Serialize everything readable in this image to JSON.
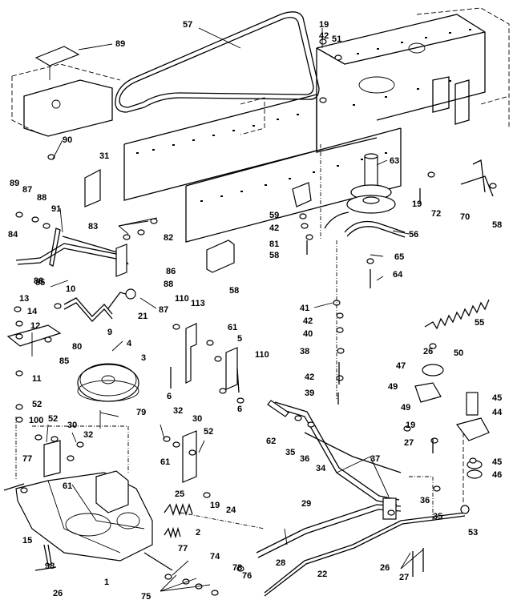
{
  "callouts": [
    {
      "id": "c57",
      "text": "57"
    },
    {
      "id": "c89a",
      "text": "89"
    },
    {
      "id": "c19a",
      "text": "19"
    },
    {
      "id": "c42a",
      "text": "42"
    },
    {
      "id": "c51",
      "text": "51"
    },
    {
      "id": "c90",
      "text": "90"
    },
    {
      "id": "c31",
      "text": "31"
    },
    {
      "id": "c63",
      "text": "63"
    },
    {
      "id": "c89b",
      "text": "89"
    },
    {
      "id": "c87a",
      "text": "87"
    },
    {
      "id": "c88a",
      "text": "88"
    },
    {
      "id": "c91",
      "text": "91"
    },
    {
      "id": "c83",
      "text": "83"
    },
    {
      "id": "c82",
      "text": "82"
    },
    {
      "id": "c59",
      "text": "59"
    },
    {
      "id": "c42b",
      "text": "42"
    },
    {
      "id": "c81",
      "text": "81"
    },
    {
      "id": "c58a",
      "text": "58"
    },
    {
      "id": "c56",
      "text": "56"
    },
    {
      "id": "c19b",
      "text": "19"
    },
    {
      "id": "c72",
      "text": "72"
    },
    {
      "id": "c70",
      "text": "70"
    },
    {
      "id": "c58b",
      "text": "58"
    },
    {
      "id": "c84",
      "text": "84"
    },
    {
      "id": "c86",
      "text": "86"
    },
    {
      "id": "c88b",
      "text": "88"
    },
    {
      "id": "c88c",
      "text": "88"
    },
    {
      "id": "c85a",
      "text": "85"
    },
    {
      "id": "c10",
      "text": "10"
    },
    {
      "id": "c58c",
      "text": "58"
    },
    {
      "id": "c65",
      "text": "65"
    },
    {
      "id": "c64",
      "text": "64"
    },
    {
      "id": "c13",
      "text": "13"
    },
    {
      "id": "c14",
      "text": "14"
    },
    {
      "id": "c12",
      "text": "12"
    },
    {
      "id": "c80",
      "text": "80"
    },
    {
      "id": "c9",
      "text": "9"
    },
    {
      "id": "c21",
      "text": "21"
    },
    {
      "id": "c87b",
      "text": "87"
    },
    {
      "id": "c110a",
      "text": "110"
    },
    {
      "id": "c113",
      "text": "113"
    },
    {
      "id": "c41",
      "text": "41"
    },
    {
      "id": "c42c",
      "text": "42"
    },
    {
      "id": "c40",
      "text": "40"
    },
    {
      "id": "c55",
      "text": "55"
    },
    {
      "id": "c4",
      "text": "4"
    },
    {
      "id": "c85b",
      "text": "85"
    },
    {
      "id": "c11",
      "text": "11"
    },
    {
      "id": "c3",
      "text": "3"
    },
    {
      "id": "c61a",
      "text": "61"
    },
    {
      "id": "c5",
      "text": "5"
    },
    {
      "id": "c110b",
      "text": "110"
    },
    {
      "id": "c38",
      "text": "38"
    },
    {
      "id": "c26a",
      "text": "26"
    },
    {
      "id": "c50",
      "text": "50"
    },
    {
      "id": "c47",
      "text": "47"
    },
    {
      "id": "c42d",
      "text": "42"
    },
    {
      "id": "c6a",
      "text": "6"
    },
    {
      "id": "c39",
      "text": "39"
    },
    {
      "id": "c49a",
      "text": "49"
    },
    {
      "id": "c45a",
      "text": "45"
    },
    {
      "id": "c52a",
      "text": "52"
    },
    {
      "id": "c79",
      "text": "79"
    },
    {
      "id": "c6b",
      "text": "6"
    },
    {
      "id": "c100",
      "text": "100"
    },
    {
      "id": "c52b",
      "text": "52"
    },
    {
      "id": "c30a",
      "text": "30"
    },
    {
      "id": "c32a",
      "text": "32"
    },
    {
      "id": "c30b",
      "text": "30"
    },
    {
      "id": "c49b",
      "text": "49"
    },
    {
      "id": "c44",
      "text": "44"
    },
    {
      "id": "c62",
      "text": "62"
    },
    {
      "id": "c35a",
      "text": "35"
    },
    {
      "id": "c36a",
      "text": "36"
    },
    {
      "id": "c19c",
      "text": "19"
    },
    {
      "id": "c32b",
      "text": "32"
    },
    {
      "id": "c52c",
      "text": "52"
    },
    {
      "id": "c34",
      "text": "34"
    },
    {
      "id": "c27a",
      "text": "27"
    },
    {
      "id": "c77a",
      "text": "77"
    },
    {
      "id": "c61b",
      "text": "61"
    },
    {
      "id": "c61c",
      "text": "61"
    },
    {
      "id": "c37",
      "text": "37"
    },
    {
      "id": "c45b",
      "text": "45"
    },
    {
      "id": "c46",
      "text": "46"
    },
    {
      "id": "c25",
      "text": "25"
    },
    {
      "id": "c19d",
      "text": "19"
    },
    {
      "id": "c24",
      "text": "24"
    },
    {
      "id": "c29",
      "text": "29"
    },
    {
      "id": "c36b",
      "text": "36"
    },
    {
      "id": "c35b",
      "text": "35"
    },
    {
      "id": "c15",
      "text": "15"
    },
    {
      "id": "c2",
      "text": "2"
    },
    {
      "id": "c53",
      "text": "53"
    },
    {
      "id": "c77b",
      "text": "77"
    },
    {
      "id": "c26b",
      "text": "26"
    },
    {
      "id": "c28",
      "text": "28"
    },
    {
      "id": "c1",
      "text": "1"
    },
    {
      "id": "c74",
      "text": "74"
    },
    {
      "id": "c27b",
      "text": "27"
    },
    {
      "id": "c98",
      "text": "98"
    },
    {
      "id": "c78",
      "text": "78"
    },
    {
      "id": "c76",
      "text": "76"
    },
    {
      "id": "c22",
      "text": "22"
    },
    {
      "id": "c75",
      "text": "75"
    },
    {
      "id": "c26c",
      "text": "26"
    }
  ]
}
